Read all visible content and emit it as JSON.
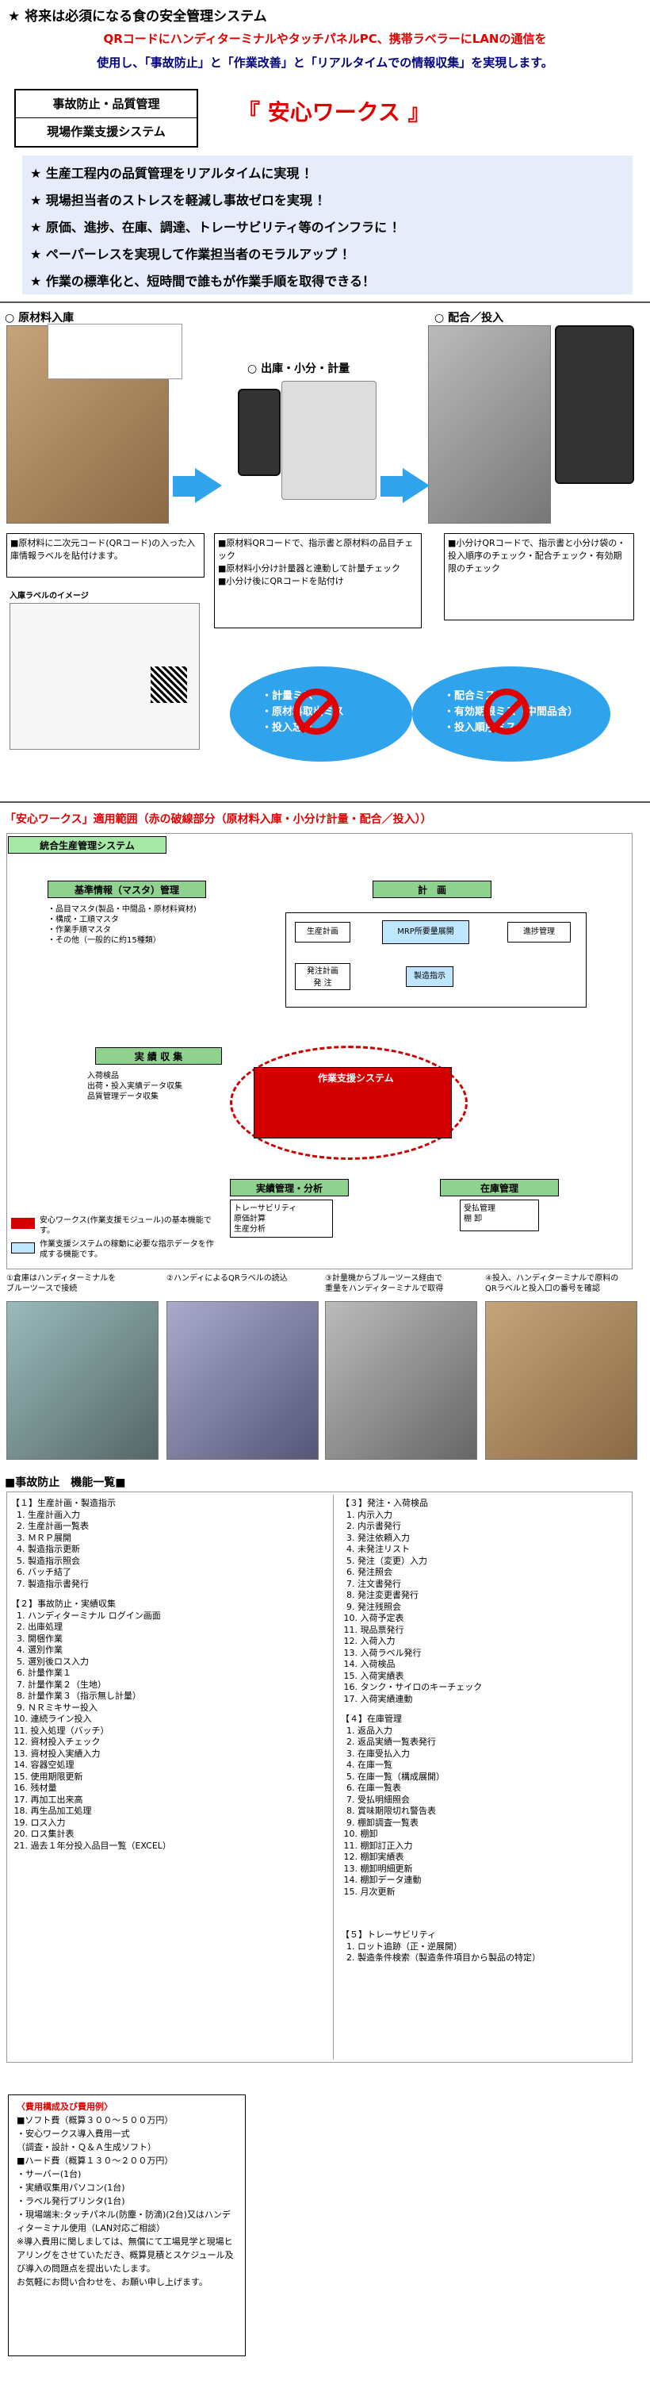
{
  "header": {
    "line1": "★ 将来は必須になる食の安全管理システム",
    "lead1": "QRコードにハンディターミナルやタッチパネルPC、携帯ラベラーにLANの通信を",
    "lead2": "使用し、「事故防止」と「作業改善」と「リアルタイムでの情報収集」を実現します。",
    "box_l1": "事故防止・品質管理",
    "box_l2": "現場作業支援システム",
    "product": "『 安心ワークス 』"
  },
  "features": [
    "★ 生産工程内の品質管理をリアルタイムに実現 ！",
    "★ 現場担当者のストレスを軽減し事故ゼロを実現 ！",
    "★ 原価、進捗、在庫、調達、トレーサビリティ等のインフラに ！",
    "★ ペーパーレスを実現して作業担当者のモラルアップ ！",
    "★ 作業の標準化と、短時間で誰もが作業手順を取得できる！"
  ],
  "flow": {
    "s1": "○ 原材料入庫",
    "s2": "○ 出庫・小分・計量",
    "s3": "○ 配合／投入",
    "d1": "■原材料に二次元コード(QRコード)の入った入庫情報ラベルを貼付けます。",
    "d2": "■原材料QRコードで、指示書と原材料の品目チェック\n■原材料小分け計量器と連動して計量チェック\n■小分け後にQRコードを貼付け",
    "d3": "■小分けQRコードで、指示書と小分け袋の・投入順序のチェック・配合チェック・有効期限のチェック",
    "label_title": "入庫ラベルのイメージ",
    "miss_l": [
      "・計量ミス",
      "・原材料取出ミス",
      "・投入忘れ"
    ],
    "miss_r": [
      "・配合ミス",
      "・有効期限ミス（中間品含）",
      "・投入順序ミス"
    ]
  },
  "scope": {
    "title": "「安心ワークス」適用範囲（赤の破線部分（原材料入庫・小分け計量・配合／投入））",
    "sys": "統合生産管理システム",
    "master": "基準情報（マスタ）管理",
    "plan": "計　画",
    "master_items": "・品目マスタ(製品・中間品・原材料資材)\n・構成・工順マスタ\n・作業手順マスタ\n・その他（一般的に約15種類）",
    "prod_plan": "生産計画",
    "mrp": "MRP所要量展開",
    "proc_pur": "発注計画\n発 注",
    "mfg": "製造指示",
    "delivery": "進捗管理",
    "collect": "実 績 収 集",
    "collect_items": "入荷検品\n出荷・投入実績データ収集\n品質管理データ収集",
    "anshin": "作業支援システム",
    "analysis": "実績管理・分析",
    "analysis_items": "トレーサビリティ\n原価計算\n生産分析",
    "stock": "在庫管理",
    "stock_items": "受払管理\n棚 卸",
    "legend1": "安心ワークス(作業支援モジュール)の基本機能です。",
    "legend2": "作業支援システムの稼動に必要な指示データを作成する機能です。",
    "cap1": "①倉庫はハンディターミナルを\nブルーツースで接続",
    "cap2": "②ハンディによるQRラベルの読込",
    "cap3": "③計量機からブルーツース経由で\n重量をハンディターミナルで取得",
    "cap4": "④投入、ハンディターミナルで原料の\nQRラベルと投入口の番号を確認"
  },
  "func": {
    "title": "■事故防止　機能一覧■",
    "c1": "【１】生産計画・製造指示\n  1. 生産計画入力\n  2. 生産計画一覧表\n  3. ＭＲＰ展開\n  4. 製造指示更新\n  5. 製造指示照会\n  6. バッチ結了\n  7. 製造指示書発行",
    "c2": "【２】事故防止・実績収集\n  1. ハンディターミナル ログイン画面\n  2. 出庫処理\n  3. 開梱作業\n  4. 選別作業\n  5. 選別後ロス入力\n  6. 計量作業１\n  7. 計量作業２（生地）\n  8. 計量作業３（指示無し計量）\n  9. ＮＲミキサー投入\n 10. 連続ライン投入\n 11. 投入処理（バッチ）\n 12. 資材投入チェック\n 13. 資材投入実績入力\n 14. 容器空処理\n 15. 使用期限更新\n 16. 残材量\n 17. 再加工出来高\n 18. 再生品加工処理\n 19. ロス入力\n 20. ロス集計表\n 21. 過去１年分投入品目一覧（EXCEL）",
    "c3": "【３】発注・入荷検品\n  1. 内示入力\n  2. 内示書発行\n  3. 発注依頼入力\n  4. 未発注リスト\n  5. 発注（変更）入力\n  6. 発注照会\n  7. 注文書発行\n  8. 発注変更書発行\n  9. 発注残照会\n 10. 入荷予定表\n 11. 現品票発行\n 12. 入荷入力\n 13. 入荷ラベル発行\n 14. 入荷検品\n 15. 入荷実績表\n 16. タンク・サイロのキーチェック\n 17. 入荷実績連動",
    "c4": "【４】在庫管理\n  1. 返品入力\n  2. 返品実績一覧表発行\n  3. 在庫受払入力\n  4. 在庫一覧\n  5. 在庫一覧（構成展開）\n  6. 在庫一覧表\n  7. 受払明細照会\n  8. 賞味期限切れ警告表\n  9. 棚卸調査一覧表\n 10. 棚卸\n 11. 棚卸訂正入力\n 12. 棚卸実績表\n 13. 棚卸明細更新\n 14. 棚卸データ連動\n 15. 月次更新",
    "c5": "【５】トレーサビリティ\n  1. ロット追跡（正・逆展開）\n  2. 製造条件検索（製造条件項目から製品の特定）"
  },
  "estimate": {
    "title": "〈費用構成及び費用例〉",
    "lines": [
      "■ソフト費（概算３００～５００万円）",
      "・安心ワークス導入費用一式",
      "（調査・設計・Ｑ＆Ａ生成ソフト）",
      "■ハード費（概算１３０～２００万円）",
      "・サーバー(1台)",
      "・実績収集用パソコン(1台)",
      "・ラベル発行プリンタ(1台)",
      "・現場端末:タッチパネル(防塵・防滴)(2台)又はハンディターミナル使用（LAN対応ご相談）",
      "※導入費用に関しましては、無償にて工場見学と現場ヒアリングをさせていただき、概算見積とスケジュール及び導入の問題点を提出いたします。",
      "お気軽にお問い合わせを、お願い申し上げます。"
    ]
  }
}
